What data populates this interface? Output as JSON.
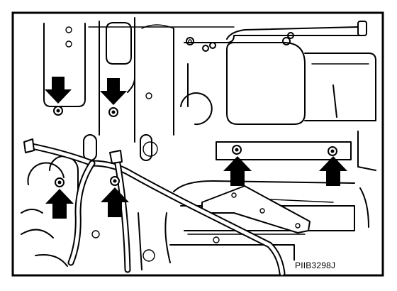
{
  "figure": {
    "reference_code": "PIIB3298J",
    "arrows": [
      {
        "id": "arrow-top-left",
        "direction": "down"
      },
      {
        "id": "arrow-top-center",
        "direction": "down"
      },
      {
        "id": "arrow-bottom-left",
        "direction": "up"
      },
      {
        "id": "arrow-bottom-center",
        "direction": "up"
      },
      {
        "id": "arrow-bracket-left",
        "direction": "up"
      },
      {
        "id": "arrow-bracket-right",
        "direction": "up"
      }
    ],
    "colors": {
      "line": "#000000",
      "background": "#ffffff"
    }
  }
}
